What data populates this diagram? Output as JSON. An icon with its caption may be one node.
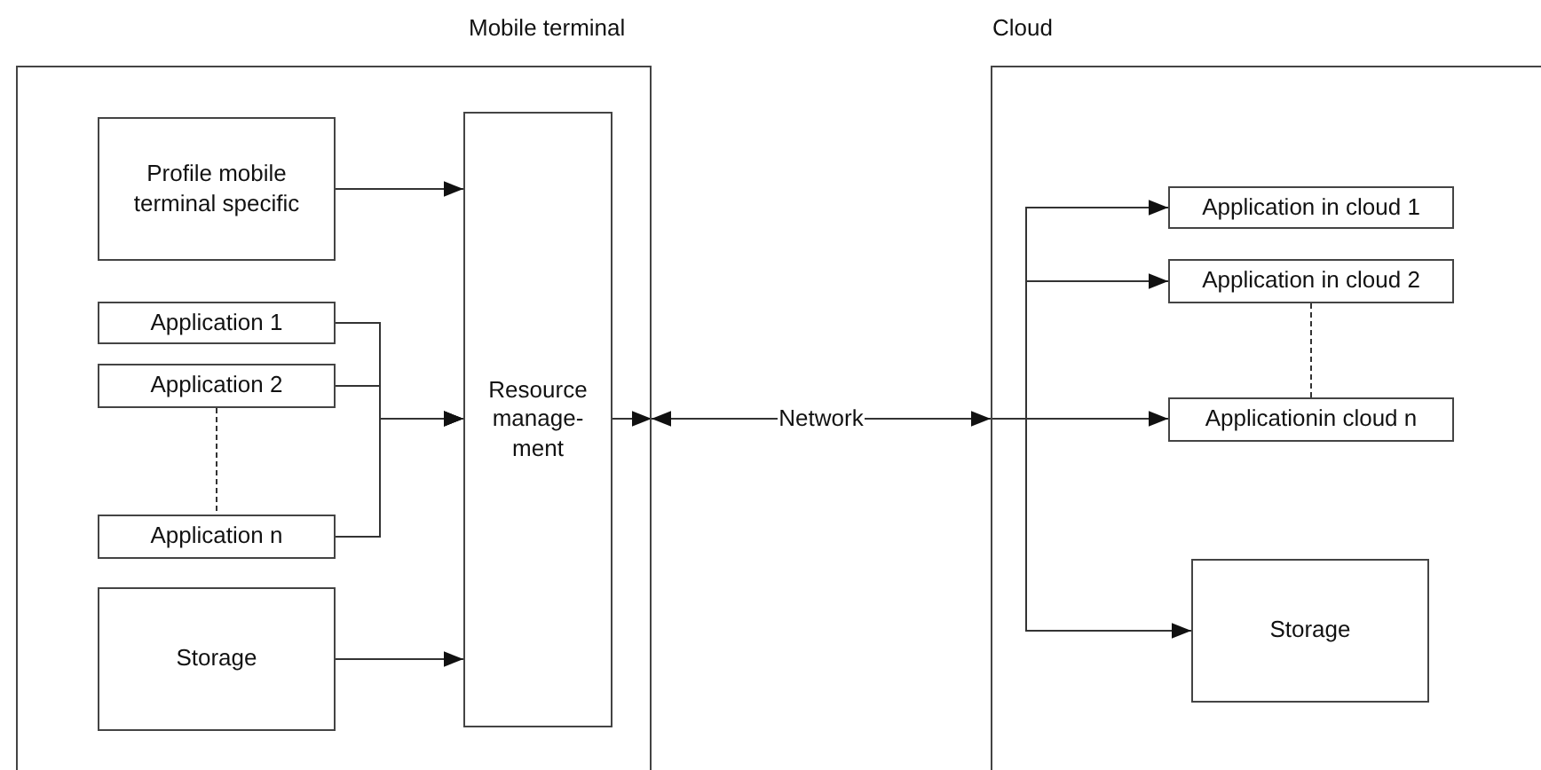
{
  "diagram": {
    "nodes": [
      {
        "text": [
          "Mobile terminal"
        ]
      },
      {
        "text": [
          "Profile mobile terminal specific"
        ],
        "in": 0
      },
      {
        "text": [
          "Application 1"
        ],
        "in": 0
      },
      {
        "text": [
          "Application 2"
        ],
        "in": 0
      },
      {
        "text": [
          "Application n"
        ],
        "in": 0
      },
      {
        "text": [
          "Storage"
        ],
        "in": 0
      },
      {
        "text": [
          "Resource manage- ment"
        ],
        "in": 0
      },
      {
        "text": [
          "Cloud"
        ]
      },
      {
        "text": [
          "Application in cloud 1"
        ],
        "in": 7
      },
      {
        "text": [
          "Application in cloud 2"
        ],
        "in": 7
      },
      {
        "text": [
          "Applicationin cloud n"
        ],
        "in": 7
      },
      {
        "text": [
          "Storage"
        ],
        "in": 7
      }
    ],
    "edges": [
      {
        "from": 1,
        "to": 6,
        "arrow": "to"
      },
      {
        "from": 2,
        "to": 6,
        "arrow": "to"
      },
      {
        "from": 3,
        "to": 6,
        "arrow": "to"
      },
      {
        "from": 4,
        "to": 6,
        "arrow": "to"
      },
      {
        "from": 5,
        "to": 6,
        "arrow": "to"
      },
      {
        "from": 3,
        "to": 4,
        "arrow": "none",
        "style": "dashed"
      },
      {
        "from": 6,
        "to": 0,
        "arrow": "to"
      },
      {
        "from": 0,
        "to": 7,
        "arrow": "both",
        "label": "Network"
      },
      {
        "from": 7,
        "to": 8,
        "arrow": "to"
      },
      {
        "from": 7,
        "to": 9,
        "arrow": "to"
      },
      {
        "from": 7,
        "to": 10,
        "arrow": "to"
      },
      {
        "from": 7,
        "to": 11,
        "arrow": "to"
      },
      {
        "from": 9,
        "to": 10,
        "arrow": "none",
        "style": "dashed"
      }
    ]
  }
}
